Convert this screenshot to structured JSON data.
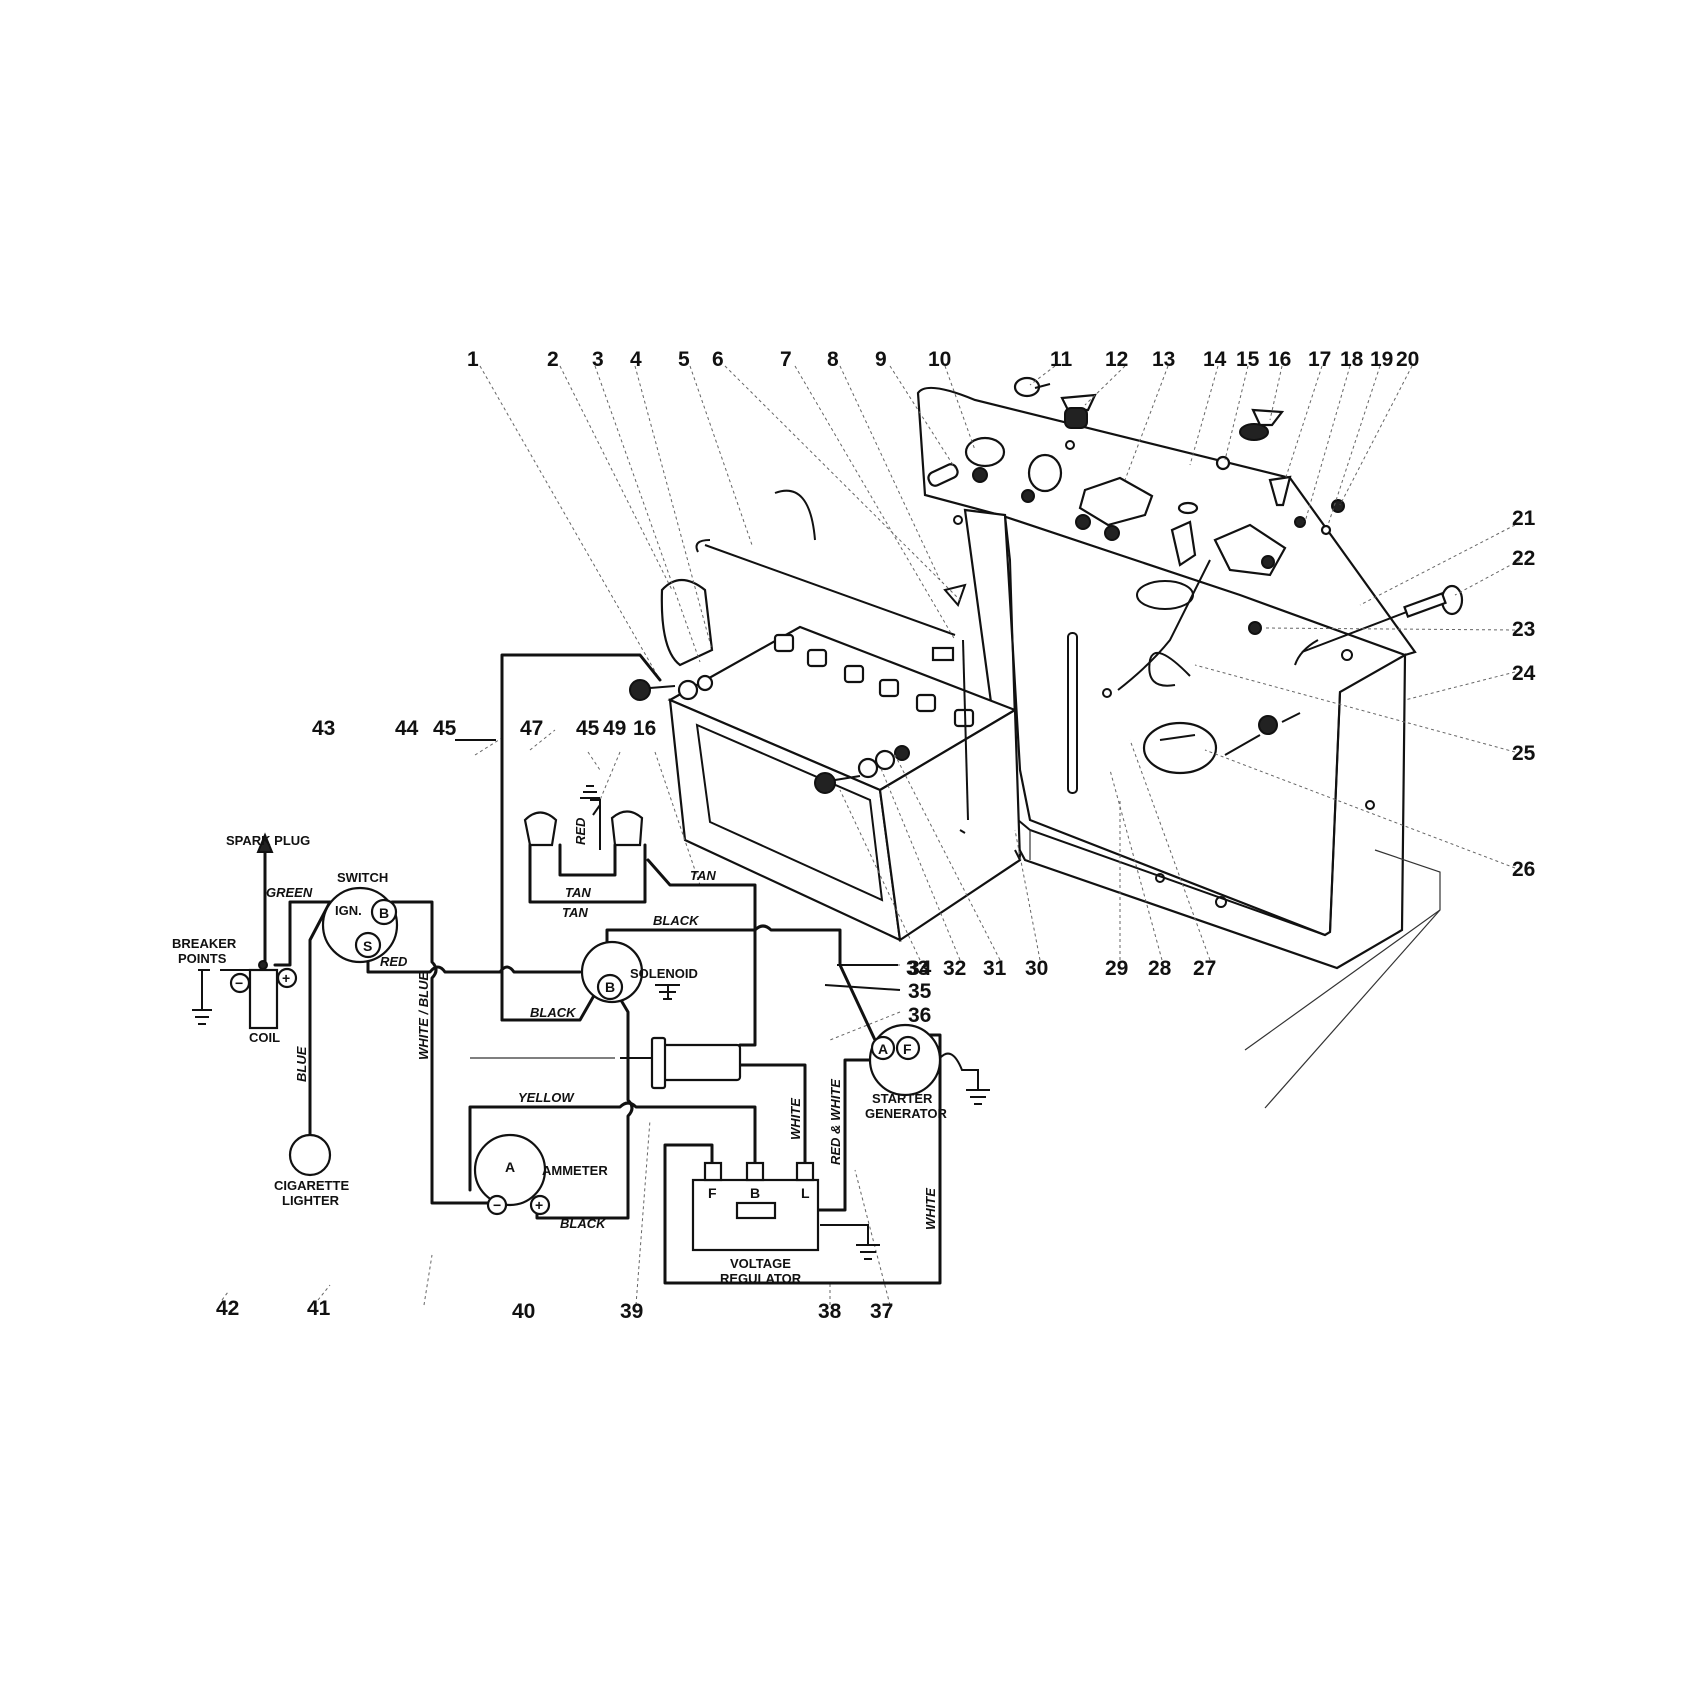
{
  "part_numbers": [
    "1",
    "2",
    "3",
    "4",
    "5",
    "6",
    "7",
    "8",
    "9",
    "10",
    "11",
    "12",
    "13",
    "14",
    "15",
    "16",
    "17",
    "18",
    "19",
    "20",
    "21",
    "22",
    "23",
    "24",
    "25",
    "26",
    "27",
    "28",
    "29",
    "30",
    "31",
    "32",
    "33",
    "34",
    "35",
    "36",
    "37",
    "38",
    "39",
    "40",
    "41",
    "42",
    "43",
    "44",
    "45",
    "47",
    "45",
    "49",
    "16"
  ],
  "components": {
    "spark_plug": "SPARK PLUG",
    "switch": "SWITCH",
    "switch_ign": "IGN.",
    "switch_b": "B",
    "switch_s": "S",
    "breaker_points_1": "BREAKER",
    "breaker_points_2": "POINTS",
    "coil": "COIL",
    "coil_minus": "−",
    "coil_plus": "+",
    "cigarette_lighter_1": "CIGARETTE",
    "cigarette_lighter_2": "LIGHTER",
    "solenoid": "SOLENOID",
    "solenoid_b": "B",
    "ammeter": "AMMETER",
    "ammeter_a": "A",
    "ammeter_minus": "−",
    "ammeter_plus": "+",
    "starter_generator_1": "STARTER",
    "starter_generator_2": "GENERATOR",
    "sg_a": "A",
    "sg_f": "F",
    "voltage_regulator_1": "VOLTAGE",
    "voltage_regulator_2": "REGULATOR",
    "vr_f": "F",
    "vr_b": "B",
    "vr_l": "L"
  },
  "wires": {
    "green": "GREEN",
    "red_switch": "RED",
    "blue": "BLUE",
    "white_blue": "WHITE / BLUE",
    "black_top": "BLACK",
    "black_lower": "BLACK",
    "black_ammeter": "BLACK",
    "tan_1": "TAN",
    "tan_2": "TAN",
    "tan_3": "TAN",
    "red_ground": "RED",
    "yellow": "YELLOW",
    "white_vr": "WHITE",
    "red_white": "RED & WHITE",
    "white_gen": "WHITE"
  }
}
